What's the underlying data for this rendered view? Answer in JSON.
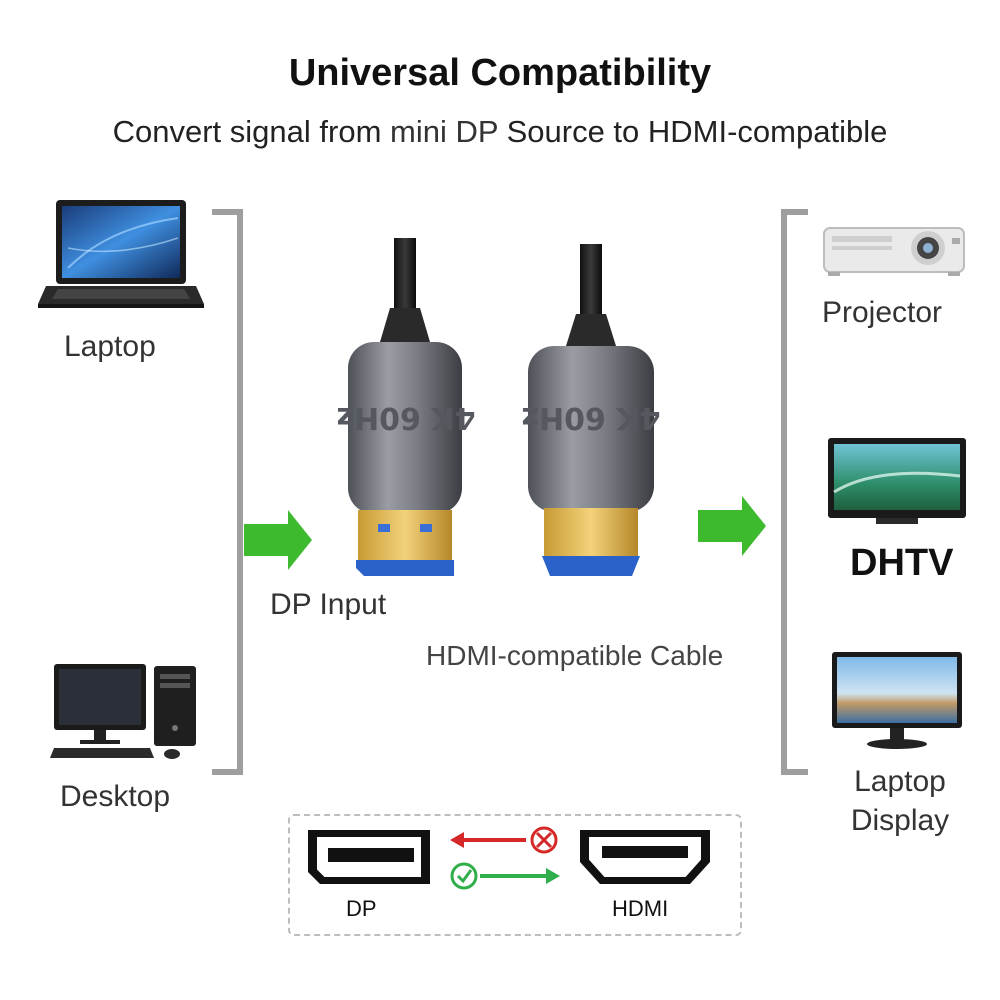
{
  "title": "Universal Compatibility",
  "subtitle": {
    "part1": "Convert signal from ",
    "part2": "mini DP",
    "part3": " Source to HDMI-compatible"
  },
  "sources": [
    {
      "label": "Laptop",
      "icon": "laptop-icon"
    },
    {
      "label": "Desktop",
      "icon": "desktop-computer-icon"
    }
  ],
  "cable": {
    "input_label": "DP Input",
    "cable_label": "HDMI-compatible Cable",
    "plug_text": "4K 60Hz"
  },
  "targets": [
    {
      "label": "Projector",
      "icon": "projector-icon"
    },
    {
      "label": "DHTV",
      "icon": "tv-icon"
    },
    {
      "label_line1": "Laptop",
      "label_line2": "Display",
      "icon": "monitor-icon"
    }
  ],
  "direction_box": {
    "dp_label": "DP",
    "hdmi_label": "HDMI"
  },
  "colors": {
    "arrow_green": "#3dba2e",
    "bracket_gray": "#9e9e9e",
    "reverse_red": "#d62828",
    "check_green": "#2fae4b"
  }
}
